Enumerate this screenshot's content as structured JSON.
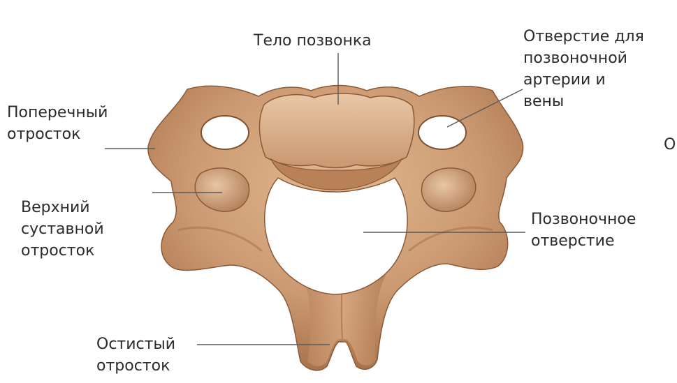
{
  "labels": {
    "vertebral_body": [
      "Тело позвонка"
    ],
    "transverse_process": [
      "Поперечный",
      "отросток"
    ],
    "superior_articular_process": [
      "Верхний",
      "суставной",
      "отросток"
    ],
    "vertebral_artery_foramen": [
      "Отверстие для",
      "позвоночной",
      "артерии и",
      "вены"
    ],
    "vertebral_foramen": [
      "Позвоночное",
      "отверстие"
    ],
    "spinous_process": [
      "Остистый",
      "отросток"
    ],
    "cropped_edge_text": [
      "О"
    ]
  },
  "colors": {
    "bone_base": "#c9956c",
    "bone_light": "#e4bd98",
    "bone_dark": "#9c6a45",
    "bone_outline": "#8a5a38",
    "leader_line": "#5a5a5a",
    "foramen": "#ffffff"
  }
}
